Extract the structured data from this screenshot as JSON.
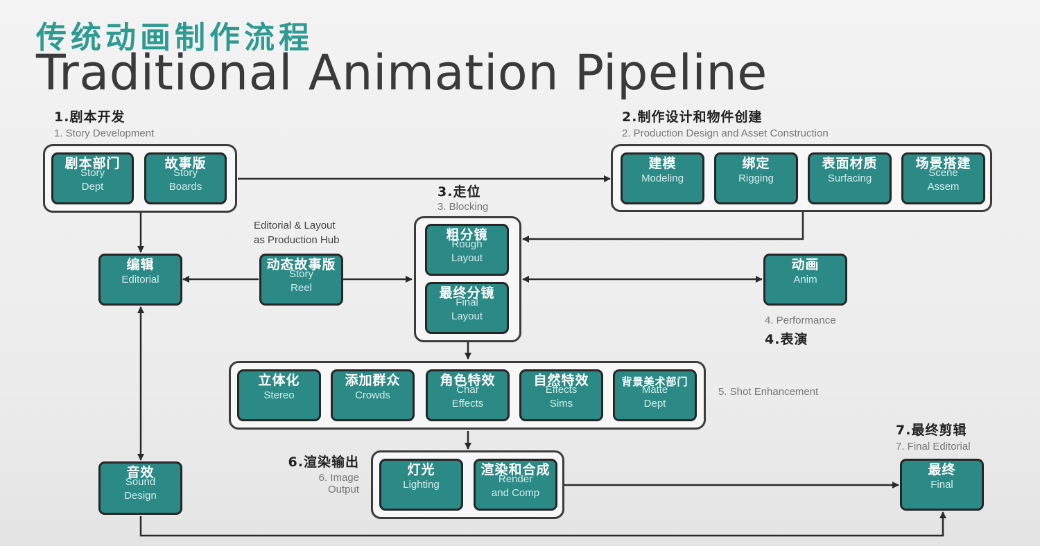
{
  "title": {
    "chinese": "传统动画制作流程",
    "english": "Traditional Animation Pipeline"
  },
  "stages": {
    "story": {
      "cn": "1.剧本开发",
      "en": "1. Story Development"
    },
    "design": {
      "cn": "2.制作设计和物件创建",
      "en": "2. Production Design and Asset Construction"
    },
    "blocking": {
      "cn": "3.走位",
      "en": "3. Blocking"
    },
    "performance": {
      "cn": "4.表演",
      "en": "4. Performance"
    },
    "shot": {
      "en": "5. Shot Enhancement"
    },
    "image": {
      "cn": "6.渲染输出",
      "en1": "6. Image",
      "en2": "Output"
    },
    "final": {
      "cn": "7.最终剪辑",
      "en": "7. Final Editorial"
    }
  },
  "hub_note": {
    "line1": "Editorial & Layout",
    "line2": "as Production Hub"
  },
  "nodes": {
    "story_dept": {
      "cn": "剧本部门",
      "en1": "Story",
      "en2": "Dept"
    },
    "story_boards": {
      "cn": "故事版",
      "en1": "Story",
      "en2": "Boards"
    },
    "modeling": {
      "cn": "建模",
      "en1": "Modeling"
    },
    "rigging": {
      "cn": "绑定",
      "en1": "Rigging"
    },
    "surfacing": {
      "cn": "表面材质",
      "en1": "Surfacing"
    },
    "scene_assem": {
      "cn": "场景搭建",
      "en1": "Scene",
      "en2": "Assem"
    },
    "editorial": {
      "cn": "编辑",
      "en1": "Editorial"
    },
    "story_reel": {
      "cn": "动态故事版",
      "en1": "Story",
      "en2": "Reel"
    },
    "rough_layout": {
      "cn": "粗分镜",
      "en1": "Rough",
      "en2": "Layout"
    },
    "final_layout": {
      "cn": "最终分镜",
      "en1": "Final",
      "en2": "Layout"
    },
    "anim": {
      "cn": "动画",
      "en1": "Anim"
    },
    "stereo": {
      "cn": "立体化",
      "en1": "Stereo"
    },
    "crowds": {
      "cn": "添加群众",
      "en1": "Crowds"
    },
    "char_effects": {
      "cn": "角色特效",
      "en1": "Char",
      "en2": "Effects"
    },
    "effects_sims": {
      "cn": "自然特效",
      "en1": "Effects",
      "en2": "Sims"
    },
    "matte_dept": {
      "cn": "背景美术部门",
      "en1": "Matte",
      "en2": "Dept"
    },
    "sound_design": {
      "cn": "音效",
      "en1": "Sound",
      "en2": "Design"
    },
    "lighting": {
      "cn": "灯光",
      "en1": "Lighting"
    },
    "render_comp": {
      "cn": "渲染和合成",
      "en1": "Render",
      "en2": "and Comp"
    },
    "final": {
      "cn": "最终",
      "en1": "Final"
    }
  },
  "colors": {
    "node_fill": "#2c8a86",
    "title_teal": "#2e9a92",
    "line": "#2a2a2a"
  }
}
